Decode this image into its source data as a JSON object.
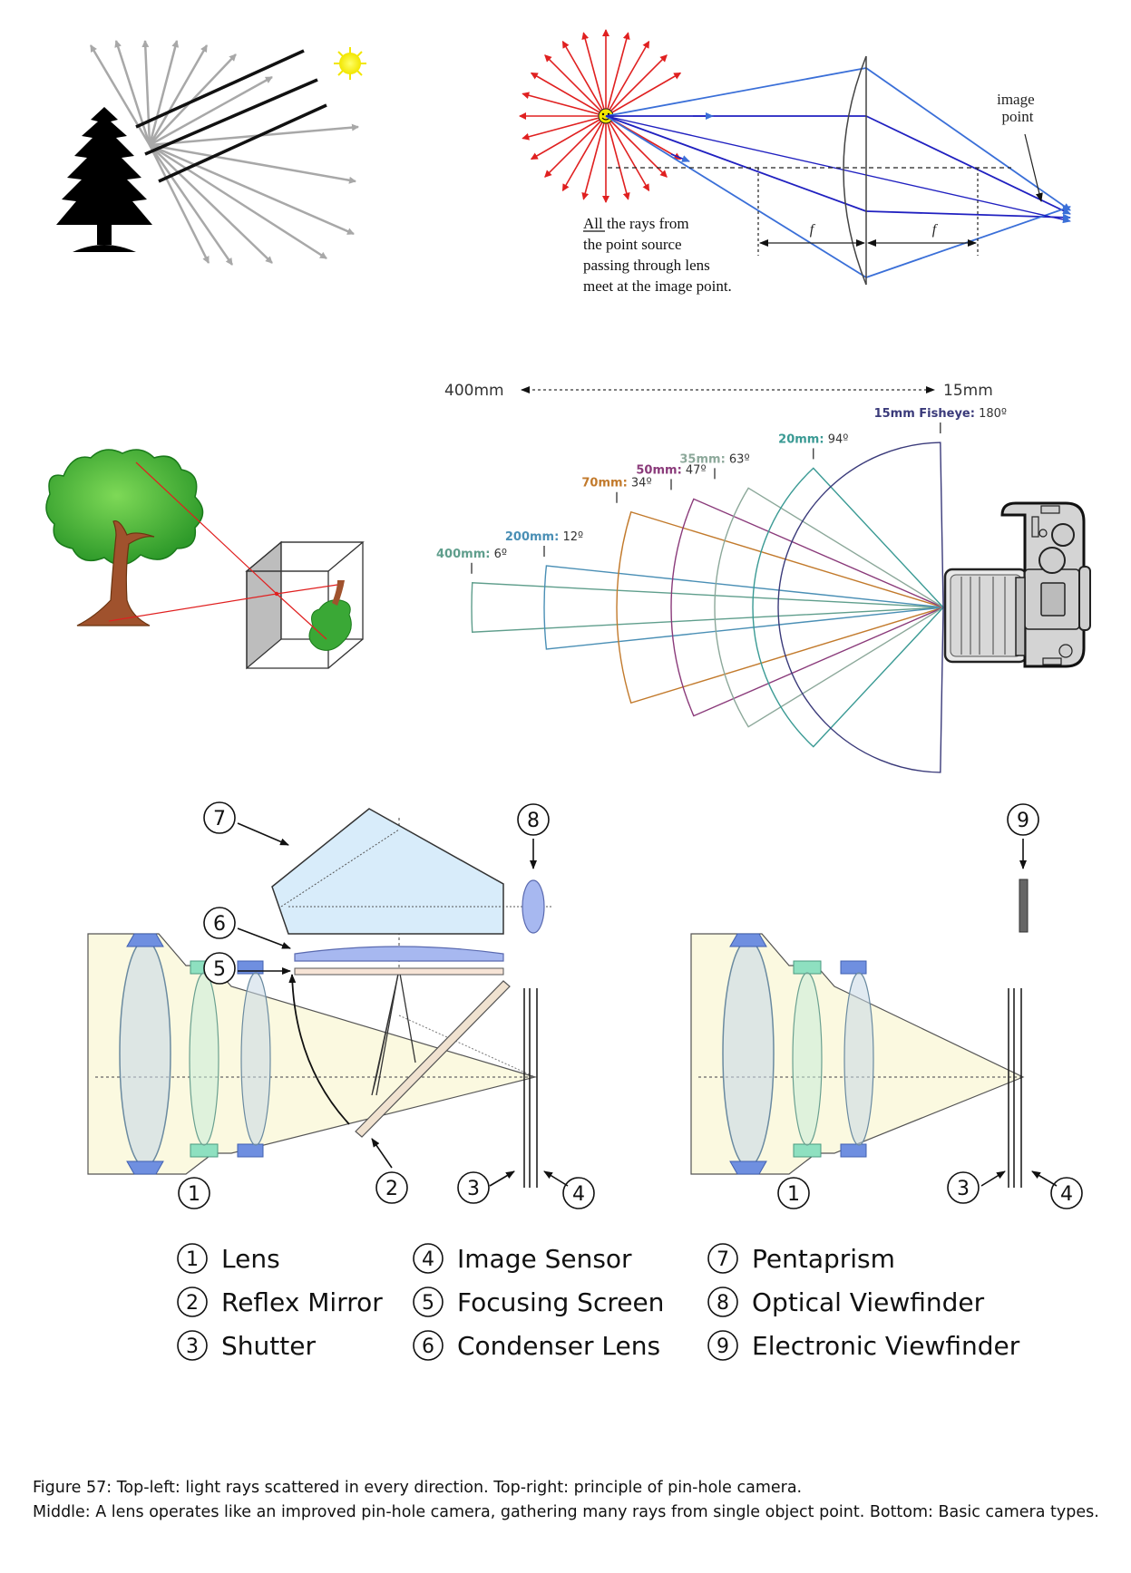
{
  "lens_diagram": {
    "image_point_label": "image point",
    "image_point_lines": [
      "image",
      "point"
    ],
    "focal_label": "f",
    "note_lines": [
      "All the rays from",
      "the point source",
      "passing through lens",
      "meet at the image point."
    ]
  },
  "focal_lengths": {
    "range_left": "400mm",
    "range_right": "15mm",
    "items": [
      {
        "name": "400mm",
        "angle": "6º",
        "color": "#5f9e8c"
      },
      {
        "name": "200mm",
        "angle": "12º",
        "color": "#4a8fb5"
      },
      {
        "name": "70mm",
        "angle": "34º",
        "color": "#c27a2c"
      },
      {
        "name": "50mm",
        "angle": "47º",
        "color": "#8a3a7a"
      },
      {
        "name": "35mm",
        "angle": "63º",
        "color": "#8ca89a"
      },
      {
        "name": "20mm",
        "angle": "94º",
        "color": "#3a9a94"
      },
      {
        "name": "15mm Fisheye",
        "angle": "180º",
        "color": "#3a3a7a"
      }
    ]
  },
  "camera_legend": [
    {
      "number": "1",
      "label": "Lens"
    },
    {
      "number": "2",
      "label": "Reflex Mirror"
    },
    {
      "number": "3",
      "label": "Shutter"
    },
    {
      "number": "4",
      "label": "Image Sensor"
    },
    {
      "number": "5",
      "label": "Focusing Screen"
    },
    {
      "number": "6",
      "label": "Condenser Lens"
    },
    {
      "number": "7",
      "label": "Pentaprism"
    },
    {
      "number": "8",
      "label": "Optical Viewfinder"
    },
    {
      "number": "9",
      "label": "Electronic Viewfinder"
    }
  ],
  "caption": {
    "line1": "Figure 57: Top-left: light rays scattered in every direction. Top-right: principle of pin-hole camera.",
    "line2": "Middle: A lens operates like an improved pin-hole camera, gathering many rays from single object point.  Bottom: Basic camera types."
  }
}
